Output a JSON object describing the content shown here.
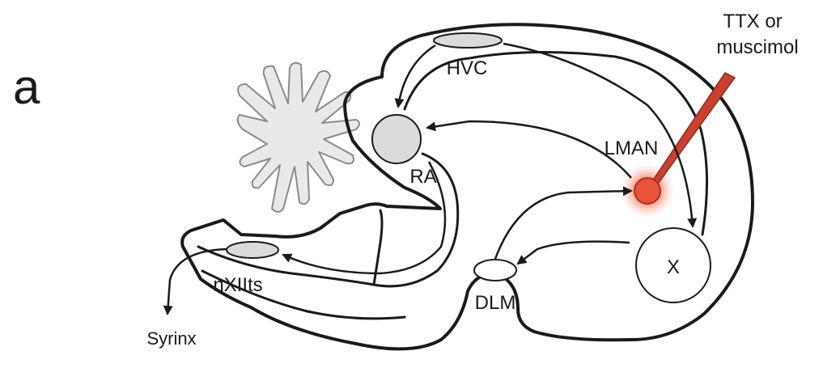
{
  "panel_label": "a",
  "labels": {
    "hvc": "HVC",
    "ra": "RA",
    "lman": "LMAN",
    "x": "X",
    "dlm": "DLM",
    "nxiits": "nXIIts",
    "syrinx": "Syrinx",
    "drug_line1": "TTX or",
    "drug_line2": "muscimol"
  },
  "colors": {
    "outline": "#1a1a1a",
    "nucleus_fill": "#d9dcdb",
    "cerebellum_fill": "#e9e9e9",
    "pipette": "#c9412e",
    "lesion": "#e8533a",
    "lesion_glow": "#f7b5a3"
  }
}
